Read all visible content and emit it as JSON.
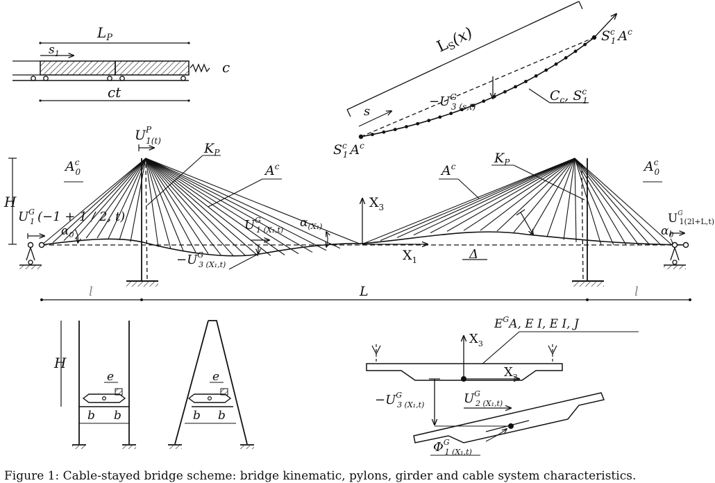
{
  "labels": {
    "lp": "L",
    "lp_sub": "P",
    "s1": "s",
    "s1_sub": "1",
    "c": "c",
    "ct": "ct",
    "ls": "L",
    "ls_sub": "S",
    "ls_arg": "(x)",
    "s": "s",
    "sc_top": "S",
    "sc_top_sup": "c",
    "sc_top_sub": "1",
    "ac_top": "A",
    "ac_top_sup": "c",
    "sc_bot": "S",
    "sc_bot_sup": "c",
    "sc_bot_sub": "1",
    "ac_bot": "A",
    "ac_bot_sup": "c",
    "u3_cable": "−U",
    "u3_cable_sup": "G",
    "u3_cable_sub": "3 (s,t)",
    "cc": "C",
    "cc_sub": "c",
    "cc_sep": ", S",
    "cc_sup": "c",
    "cc_sub2": "1",
    "u1p": "U",
    "u1p_sup": "P",
    "u1p_sub": "1(t)",
    "kp_left": "K",
    "kp_left_sub": "P",
    "kp_right": "K",
    "kp_right_sub": "P",
    "a0_left": "A",
    "a0_left_sup": "c",
    "a0_left_sub": "0",
    "ac_mid_left": "A",
    "ac_mid_left_sup": "c",
    "ac_mid_right": "A",
    "ac_mid_right_sup": "c",
    "a0_right": "A",
    "a0_right_sup": "c",
    "a0_right_sub": "0",
    "h_main": "H",
    "u1_left": "U",
    "u1_left_sup": "G",
    "u1_left_sub": "1",
    "u1_left_arg": "(−1 + 1 / 2, t)",
    "alpha0_left": "α",
    "alpha0_left_sub": "0",
    "u1_mid": "U",
    "u1_mid_sup": "G",
    "u1_mid_sub": "1 (X₁,t)",
    "alpha_x1": "α",
    "alpha_x1_sub": "(X₁)",
    "x3_main": "X",
    "x3_main_sub": "3",
    "u3_mid": "−U",
    "u3_mid_sup": "G",
    "u3_mid_sub": "3 (X₁,t)",
    "x1_main": "X",
    "x1_main_sub": "1",
    "delta": "Δ",
    "u1_right": "U",
    "u1_right_sup": "G",
    "u1_right_sub": "1(2l+L,t)",
    "alpha0_right": "α",
    "alpha0_right_sub": "0",
    "l_left": "l",
    "l_main": "L",
    "l_right": "l",
    "h_pylon": "H",
    "e_left": "e",
    "b1": "b",
    "b2": "b",
    "e_right": "e",
    "b3": "b",
    "b4": "b",
    "props": "E",
    "props_rest": "A, E I, E I, J",
    "x3_deck": "X",
    "x3_deck_sub": "3",
    "x2_deck": "X",
    "x2_deck_sub": "2",
    "u3_deck": "−U",
    "u3_deck_sup": "G",
    "u3_deck_sub": "3 (X₁,t)",
    "u2_deck": "U",
    "u2_deck_sup": "G",
    "u2_deck_sub": "2 (X₁,t)",
    "phi_deck": "Φ",
    "phi_deck_sup": "G",
    "phi_deck_sub": "1 (X₁,t)"
  },
  "caption": "Figure 1: Cable-stayed bridge scheme: bridge kinematic, pylons, girder and cable system characteristics."
}
